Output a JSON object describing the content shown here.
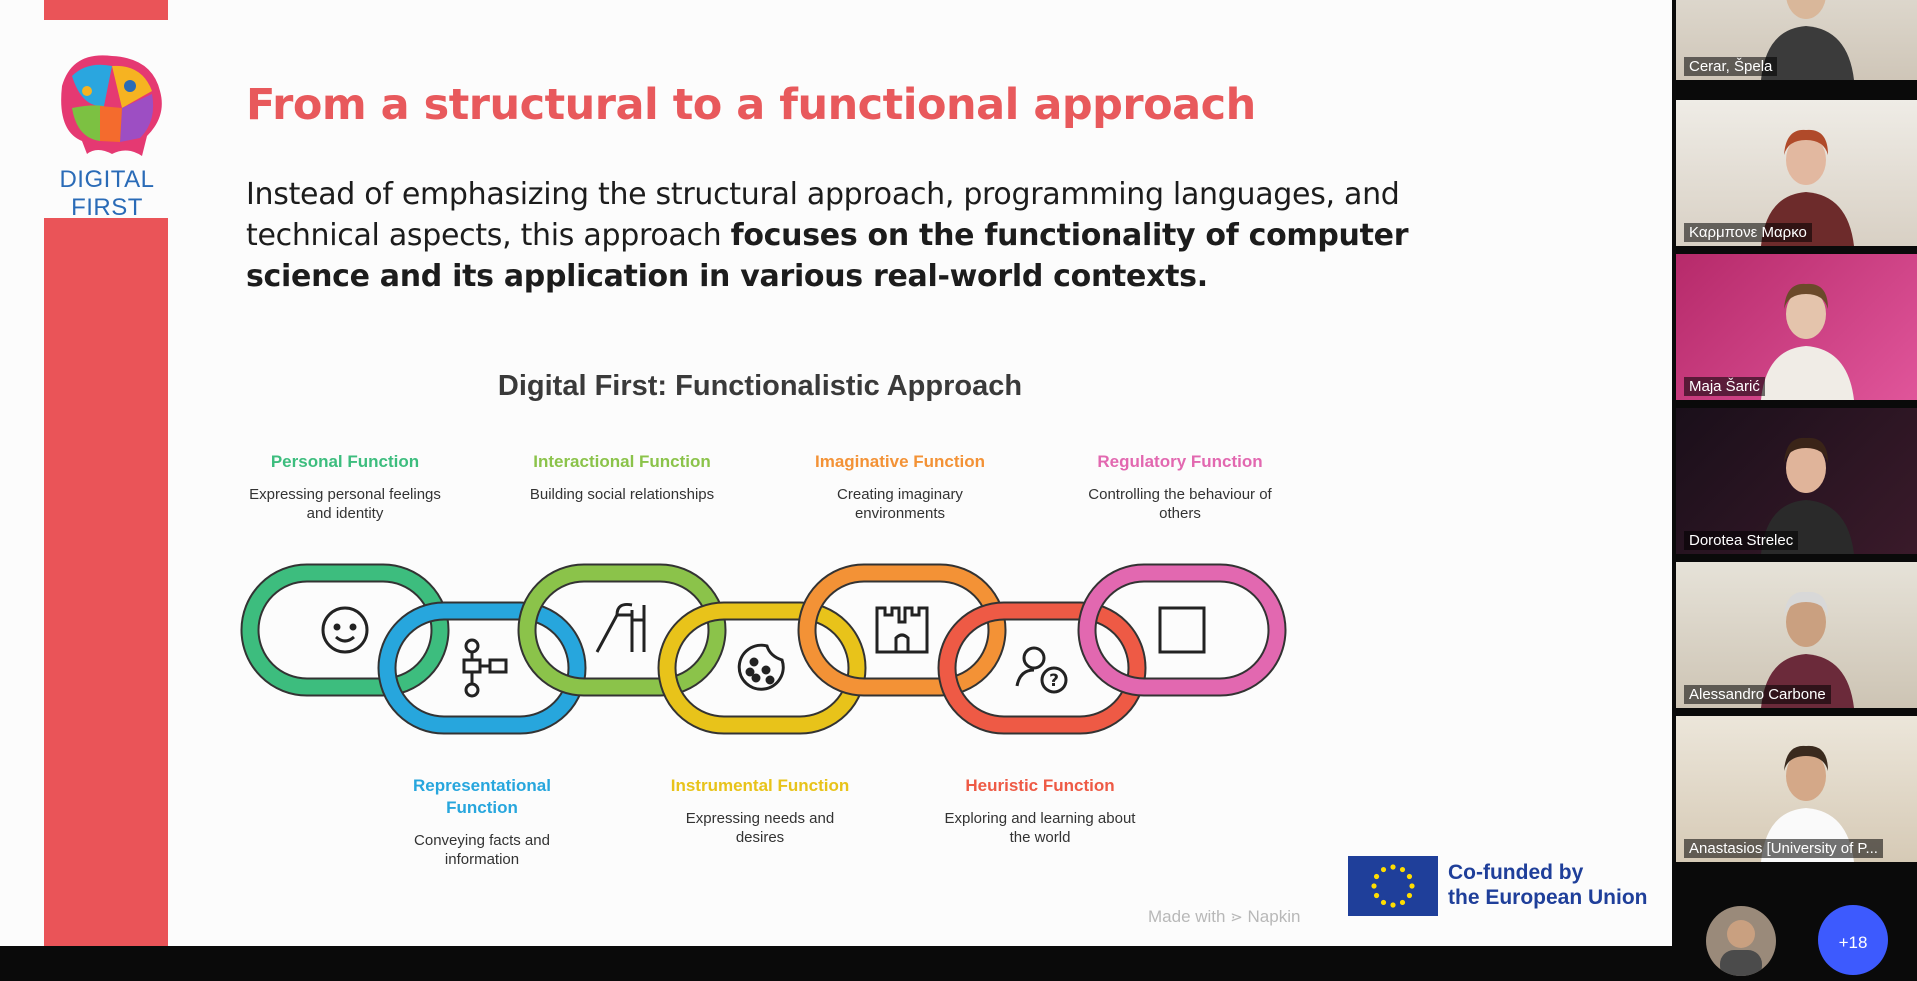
{
  "slide": {
    "logo_text": "DIGITAL FIRST",
    "title": "From a structural to a functional approach",
    "body_regular": "Instead of emphasizing the structural approach, programming languages, and technical aspects, this approach ",
    "body_bold": "focuses on the functionality of computer science and its application in various real-world contexts.",
    "infographic_title": "Digital First: Functionalistic Approach",
    "functions_top": [
      {
        "name": "Personal Function",
        "desc": "Expressing personal feelings and identity",
        "color": "#3dbd7e",
        "icon": "face-icon"
      },
      {
        "name": "Interactional Function",
        "desc": "Building social relationships",
        "color": "#8bc34a",
        "icon": "playground-icon"
      },
      {
        "name": "Imaginative Function",
        "desc": "Creating imaginary environments",
        "color": "#f39236",
        "icon": "castle-icon"
      },
      {
        "name": "Regulatory Function",
        "desc": "Controlling the behaviour of others",
        "color": "#e268b0",
        "icon": "square-icon"
      }
    ],
    "functions_bottom": [
      {
        "name": "Representational Function",
        "desc": "Conveying facts and information",
        "color": "#27a6dd",
        "icon": "flowchart-icon"
      },
      {
        "name": "Instrumental Function",
        "desc": "Expressing needs and desires",
        "color": "#e8c31a",
        "icon": "cookie-icon"
      },
      {
        "name": "Heuristic Function",
        "desc": "Exploring and learning about the world",
        "color": "#ee5a45",
        "icon": "question-person-icon"
      }
    ],
    "eu_line1": "Co-funded by",
    "eu_line2": "the European Union",
    "made_with": "Made with",
    "napkin": "Napkin"
  },
  "participants": [
    {
      "name": "Cerar, Špela"
    },
    {
      "name": "Καρμπονε Μαρκο"
    },
    {
      "name": "Maja Šarić"
    },
    {
      "name": "Dorotea Strelec"
    },
    {
      "name": "Alessandro Carbone"
    },
    {
      "name": "Anastasios [University of P..."
    }
  ],
  "more_count": "+18",
  "colors": {
    "accent_red": "#ea5458",
    "title_red": "#e8595c",
    "eu_blue": "#1f3f9a"
  }
}
